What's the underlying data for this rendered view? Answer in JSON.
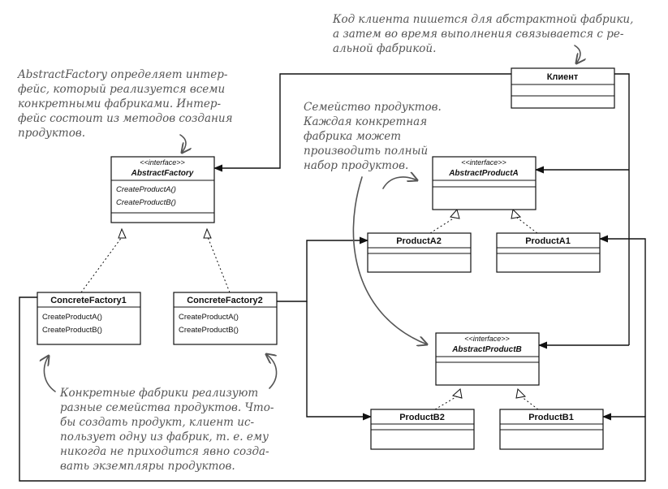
{
  "classes": {
    "client": {
      "name": "Клиент"
    },
    "abstract_factory": {
      "stereotype": "<<interface>>",
      "name": "AbstractFactory",
      "methods": [
        "CreateProductA()",
        "CreateProductB()"
      ]
    },
    "concrete_factory1": {
      "name": "ConcreteFactory1",
      "methods": [
        "CreateProductA()",
        "CreateProductB()"
      ]
    },
    "concrete_factory2": {
      "name": "ConcreteFactory2",
      "methods": [
        "CreateProductA()",
        "CreateProductB()"
      ]
    },
    "abstract_product_a": {
      "stereotype": "<<interface>>",
      "name": "AbstractProductA"
    },
    "product_a2": {
      "name": "ProductA2"
    },
    "product_a1": {
      "name": "ProductA1"
    },
    "abstract_product_b": {
      "stereotype": "<<interface>>",
      "name": "AbstractProductB"
    },
    "product_b2": {
      "name": "ProductB2"
    },
    "product_b1": {
      "name": "ProductB1"
    }
  },
  "notes": {
    "client_note": [
      "Код клиента пишется для абстрактной фабрики,",
      "а затем во время выполнения связывается с ре-",
      "альной фабрикой."
    ],
    "abstract_factory_note": [
      "AbstractFactory определяет интер-",
      "фейс, который реализуется всеми",
      "конкретными фабриками. Интер-",
      "фейс состоит из методов создания",
      "продуктов."
    ],
    "product_family_note": [
      "Семейство продуктов.",
      "Каждая конкретная",
      "фабрика может",
      "производить полный",
      "набор продуктов."
    ],
    "concrete_factories_note": [
      "Конкретные фабрики реализуют",
      "разные семейства продуктов. Что-",
      "бы создать продукт, клиент ис-",
      "пользует одну из фабрик, т. е. ему",
      "никогда не приходится явно созда-",
      "вать экземпляры продуктов."
    ]
  }
}
